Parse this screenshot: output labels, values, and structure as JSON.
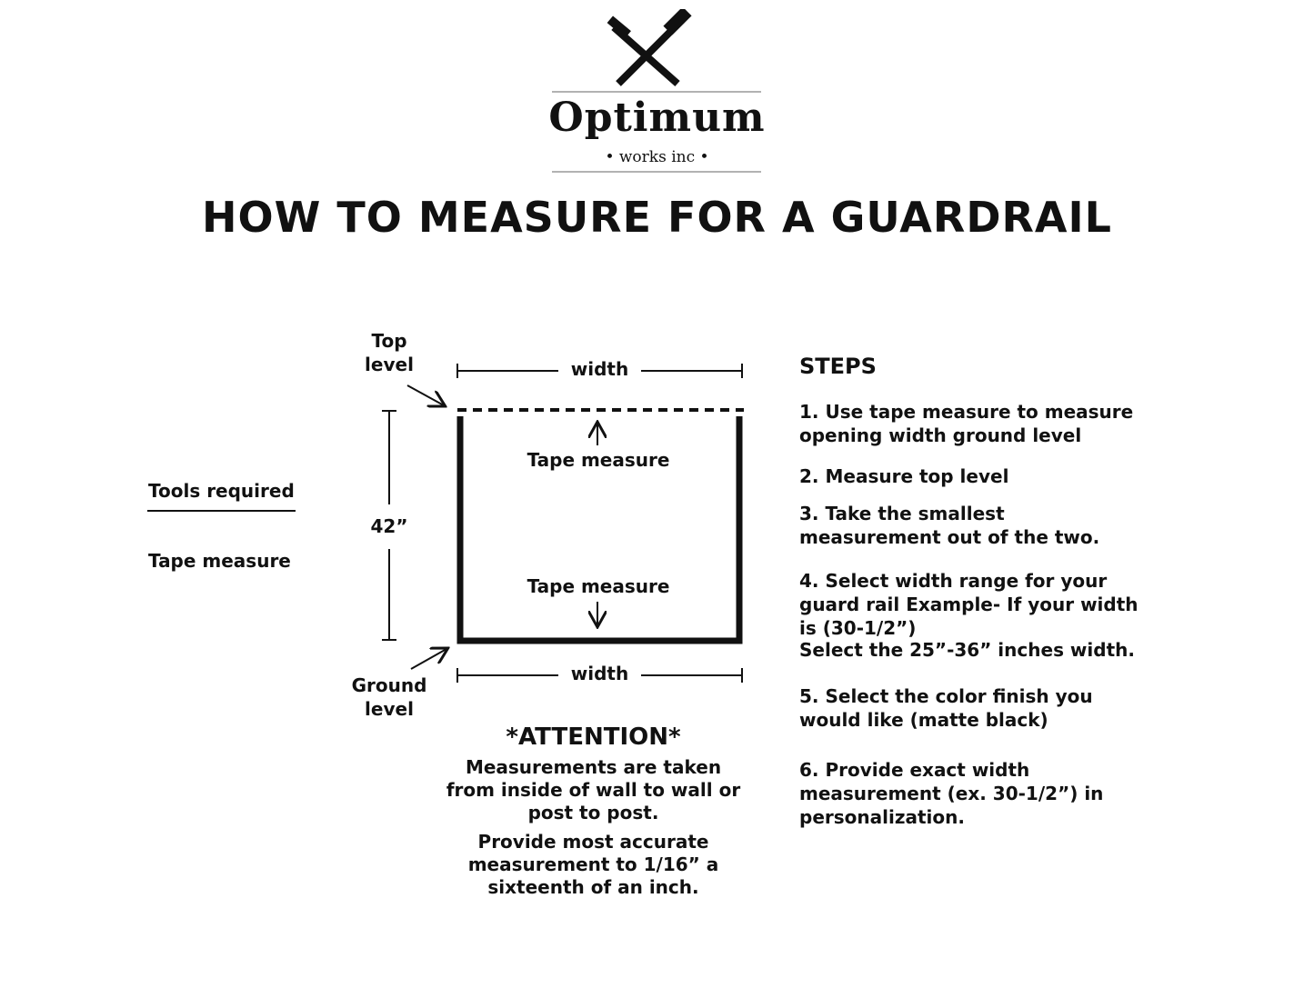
{
  "logo": {
    "name": "Optimum",
    "sub": "• works inc •"
  },
  "title": "HOW TO MEASURE FOR A GUARDRAIL",
  "tools": {
    "heading": "Tools required",
    "item": "Tape measure"
  },
  "diagram": {
    "top_level": "Top level",
    "ground_level": "Ground level",
    "width_top": "width",
    "width_bottom": "width",
    "height": "42”",
    "tape_top": "Tape measure",
    "tape_bottom": "Tape measure"
  },
  "attention": {
    "heading": "*ATTENTION*",
    "p1": "Measurements are taken from inside of wall to wall or post to post.",
    "p2": "Provide most accurate measurement to 1/16” a sixteenth of an inch."
  },
  "steps": {
    "heading": "STEPS",
    "s1": "1. Use tape measure to measure opening width ground level",
    "s2": "2. Measure top level",
    "s3": "3. Take the smallest measurement out of the two.",
    "s4a": "4. Select width range for your guard rail Example- If your width is (30-1/2”)",
    "s4b": "Select the 25”-36” inches width.",
    "s5": "5. Select the color finish you would like (matte black)",
    "s6": "6. Provide exact width measurement (ex. 30-1/2”) in personalization."
  }
}
